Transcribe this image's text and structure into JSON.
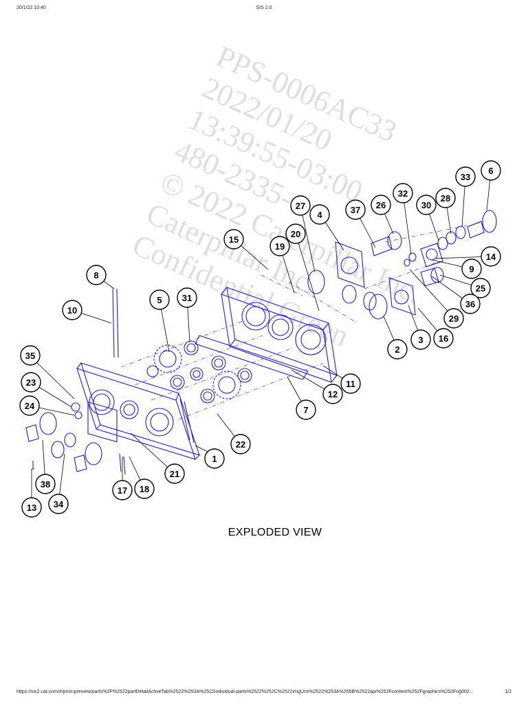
{
  "header": {
    "left": "20/1/22 10:40",
    "center": "SIS 2.0"
  },
  "footer": {
    "url": "https://sis2.cat.com/#/print-preview/parts%2F%2522partDetailActiveTab%2522%253A%2522individual-parts%2522%252C%2522imgUris%2522%253A%255B%2522api%252Fcontent%252Fgraphics%252Fng002...",
    "page": "1/2"
  },
  "watermark": {
    "lines": [
      "PPS-0006AC33",
      "2022/01/20",
      "13:39:55-03:00",
      "480-2335-1",
      "© 2022 Caterpillar Inc.",
      "Caterpillar Inc.",
      "Confidential Green"
    ]
  },
  "diagram": {
    "title": "EXPLODED VIEW",
    "callouts": [
      {
        "id": "c1",
        "label": "1"
      },
      {
        "id": "c2",
        "label": "2"
      },
      {
        "id": "c3",
        "label": "3"
      },
      {
        "id": "c4",
        "label": "4"
      },
      {
        "id": "c5",
        "label": "5"
      },
      {
        "id": "c6",
        "label": "6"
      },
      {
        "id": "c7",
        "label": "7"
      },
      {
        "id": "c8",
        "label": "8"
      },
      {
        "id": "c9",
        "label": "9"
      },
      {
        "id": "c10",
        "label": "10"
      },
      {
        "id": "c11",
        "label": "11"
      },
      {
        "id": "c12",
        "label": "12"
      },
      {
        "id": "c13",
        "label": "13"
      },
      {
        "id": "c14",
        "label": "14"
      },
      {
        "id": "c15",
        "label": "15"
      },
      {
        "id": "c16",
        "label": "16"
      },
      {
        "id": "c17",
        "label": "17"
      },
      {
        "id": "c18",
        "label": "18"
      },
      {
        "id": "c19",
        "label": "19"
      },
      {
        "id": "c20",
        "label": "20"
      },
      {
        "id": "c21",
        "label": "21"
      },
      {
        "id": "c22",
        "label": "22"
      },
      {
        "id": "c23",
        "label": "23"
      },
      {
        "id": "c24",
        "label": "24"
      },
      {
        "id": "c25",
        "label": "25"
      },
      {
        "id": "c26",
        "label": "26"
      },
      {
        "id": "c27",
        "label": "27"
      },
      {
        "id": "c28",
        "label": "28"
      },
      {
        "id": "c29",
        "label": "29"
      },
      {
        "id": "c30",
        "label": "30"
      },
      {
        "id": "c31",
        "label": "31"
      },
      {
        "id": "c32",
        "label": "32"
      },
      {
        "id": "c33",
        "label": "33"
      },
      {
        "id": "c34",
        "label": "34"
      },
      {
        "id": "c35",
        "label": "35"
      },
      {
        "id": "c36",
        "label": "36"
      },
      {
        "id": "c37",
        "label": "37"
      },
      {
        "id": "c38",
        "label": "38"
      }
    ]
  },
  "colors": {
    "parts": "#1a1aff",
    "callout": "#000000"
  }
}
